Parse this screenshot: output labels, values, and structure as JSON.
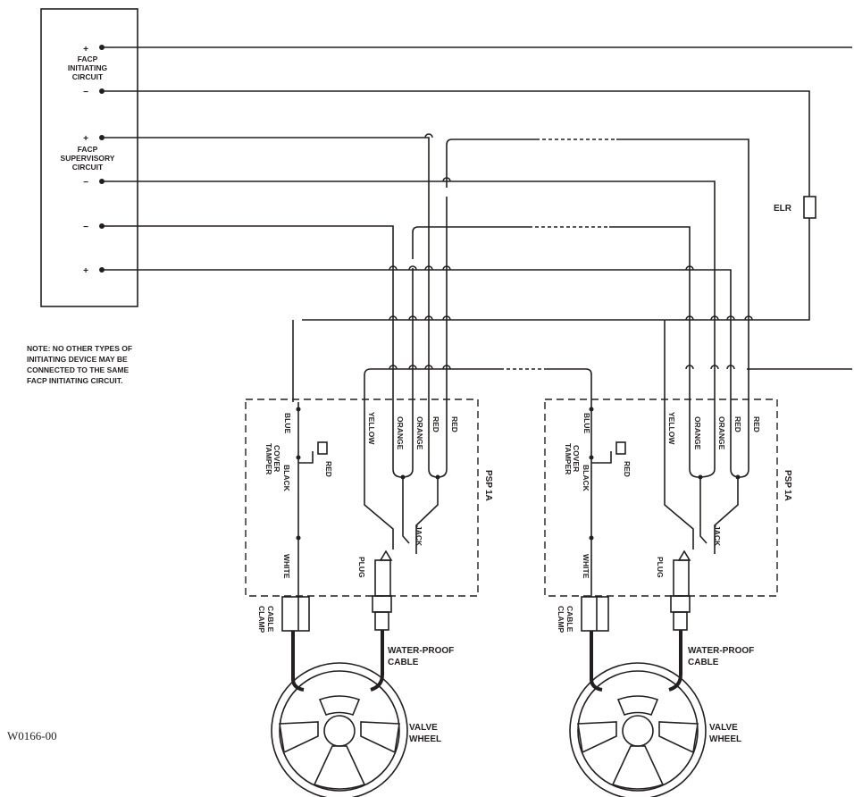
{
  "panel": {
    "initiating": {
      "plus": "+",
      "minus": "−",
      "line1": "FACP",
      "line2": "INITIATING",
      "line3": "CIRCUIT"
    },
    "supervisory": {
      "plus": "+",
      "minus": "−",
      "line1": "FACP",
      "line2": "SUPERVISORY",
      "line3": "CIRCUIT"
    },
    "aux": {
      "minus": "−",
      "plus": "+"
    }
  },
  "elr": "ELR",
  "note": [
    "NOTE: NO OTHER TYPES OF",
    "INITIATING DEVICE MAY BE",
    "CONNECTED TO THE SAME",
    "FACP INITIATING CIRCUIT."
  ],
  "device": {
    "wires": {
      "blue": "BLUE",
      "yellow": "YELLOW",
      "orange": "ORANGE",
      "red": "RED",
      "black": "BLACK",
      "white": "WHITE"
    },
    "cover_tamper": [
      "COVER",
      "TAMPER"
    ],
    "tamper_red": "RED",
    "model": [
      "PSP",
      "1A"
    ],
    "jack": "JACK",
    "plug": "PLUG",
    "cable_clamp": [
      "CABLE",
      "CLAMP"
    ],
    "waterproof": [
      "WATER-PROOF",
      "CABLE"
    ],
    "valve": [
      "VALVE",
      "WHEEL"
    ]
  },
  "figure_id": "W0166-00"
}
